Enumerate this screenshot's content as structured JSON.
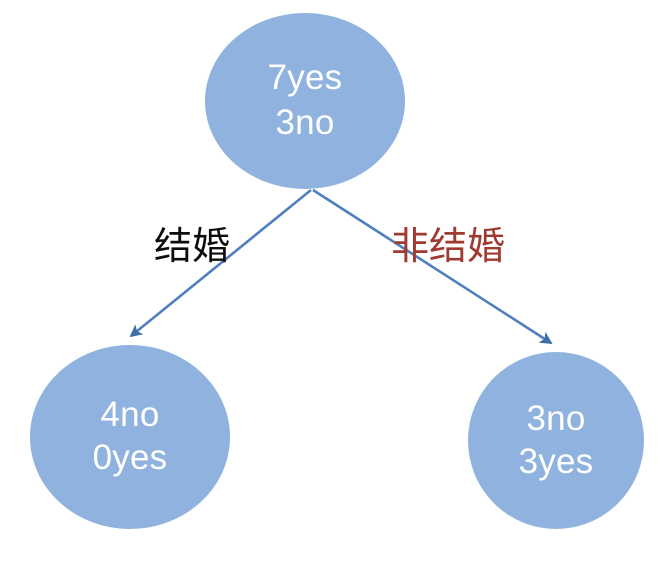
{
  "diagram": {
    "type": "decision-tree",
    "background_color": "#FFFFFF",
    "node_fill_color": "#8FB3DE",
    "node_text_color": "#FFFFFF",
    "edge_color": "#4F80BD",
    "nodes": [
      {
        "id": "root",
        "role": "root-node",
        "line1": "7yes",
        "line2": "3no",
        "counts": {
          "yes": 7,
          "no": 3
        }
      },
      {
        "id": "left",
        "role": "leaf-node",
        "line1": "4no",
        "line2": "0yes",
        "counts": {
          "no": 4,
          "yes": 0
        }
      },
      {
        "id": "right",
        "role": "leaf-node",
        "line1": "3no",
        "line2": "3yes",
        "counts": {
          "no": 3,
          "yes": 3
        }
      }
    ],
    "edges": [
      {
        "id": "edge-left",
        "from": "root",
        "to": "left",
        "label": "结婚",
        "label_color": "#0D0D0D"
      },
      {
        "id": "edge-right",
        "from": "root",
        "to": "right",
        "label": "非结婚",
        "label_color": "#A03A30"
      }
    ]
  }
}
